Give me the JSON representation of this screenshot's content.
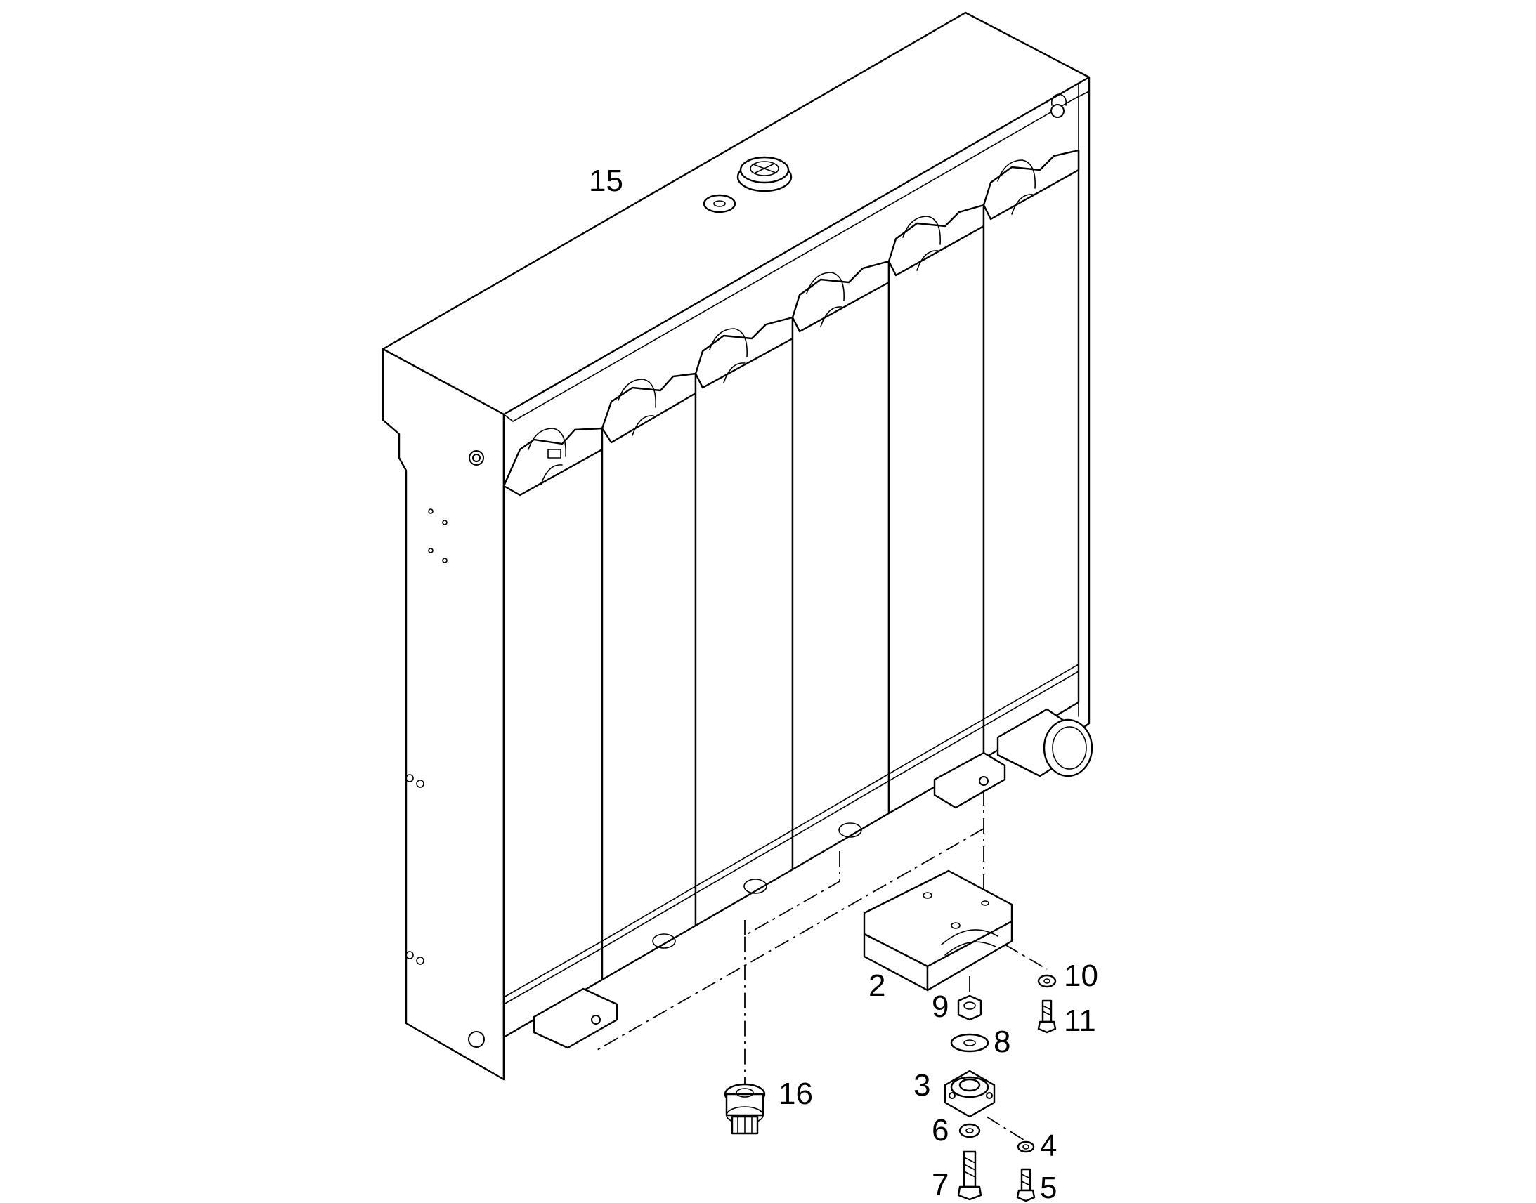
{
  "labels": {
    "p15": "15",
    "p2": "2",
    "p10": "10",
    "p9": "9",
    "p11": "11",
    "p8": "8",
    "p3": "3",
    "p16": "16",
    "p6": "6",
    "p4": "4",
    "p7": "7",
    "p5": "5"
  },
  "colors": {
    "line": "#000000",
    "background": "#ffffff"
  },
  "icons": {
    "radiator": "radiator-assembly",
    "cap": "filler-cap",
    "mount": "rubber-mount",
    "bracket": "mounting-bracket",
    "bolt": "bolt",
    "nut": "hex-nut",
    "washer": "washer",
    "fitting": "drain-fitting"
  }
}
